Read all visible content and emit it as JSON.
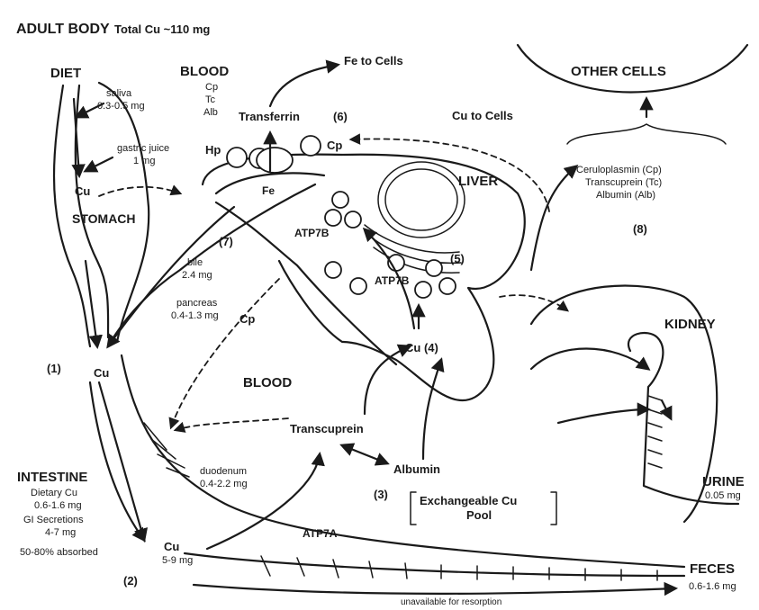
{
  "title": {
    "main": "ADULT BODY",
    "sub": "Total Cu ~110 mg"
  },
  "diet": {
    "label": "DIET",
    "saliva": "saliva",
    "saliva_amt": "0.3-0.5 mg",
    "gastric": "gastric juice",
    "gastric_amt": "1 mg",
    "cu": "Cu",
    "stomach": "STOMACH"
  },
  "blood_top": {
    "label": "BLOOD",
    "cp": "Cp",
    "tc": "Tc",
    "alb": "Alb",
    "transferrin": "Transferrin",
    "num6": "(6)",
    "hp": "Hp",
    "cp2": "Cp",
    "fe": "Fe",
    "fe_to_cells": "Fe to Cells",
    "cu_to_cells": "Cu to Cells"
  },
  "liver": {
    "label": "LIVER",
    "atp7b_1": "ATP7B",
    "atp7b_2": "ATP7B",
    "num5": "(5)",
    "num7": "(7)",
    "bile": "bile",
    "bile_amt": "2.4 mg",
    "pancreas": "pancreas",
    "pancreas_amt": "0.4-1.3 mg",
    "cp": "Cp",
    "cu4": "Cu (4)"
  },
  "other_cells": {
    "label": "OTHER CELLS",
    "p1": "Ceruloplasmin (Cp)",
    "p2": "Transcuprein (Tc)",
    "p3": "Albumin (Alb)",
    "num8": "(8)"
  },
  "kidney": {
    "label": "KIDNEY",
    "urine": "URINE",
    "urine_amt": "0.05 mg"
  },
  "blood_mid": {
    "label": "BLOOD",
    "transcuprein": "Transcuprein",
    "albumin": "Albumin",
    "num3": "(3)",
    "pool1": "Exchangeable Cu",
    "pool2": "Pool"
  },
  "intestine": {
    "num1": "(1)",
    "cu1": "Cu",
    "label": "INTESTINE",
    "dietary": "Dietary Cu",
    "dietary_amt": "0.6-1.6 mg",
    "gi": "GI Secretions",
    "gi_amt": "4-7 mg",
    "absorbed": "50-80% absorbed",
    "duodenum": "duodenum",
    "duodenum_amt": "0.4-2.2 mg",
    "cu2": "Cu",
    "cu2_amt": "5-9 mg",
    "num2": "(2)",
    "atp7a": "ATP7A"
  },
  "feces": {
    "label": "FECES",
    "amt": "0.6-1.6 mg",
    "unavailable": "unavailable for resorption"
  }
}
